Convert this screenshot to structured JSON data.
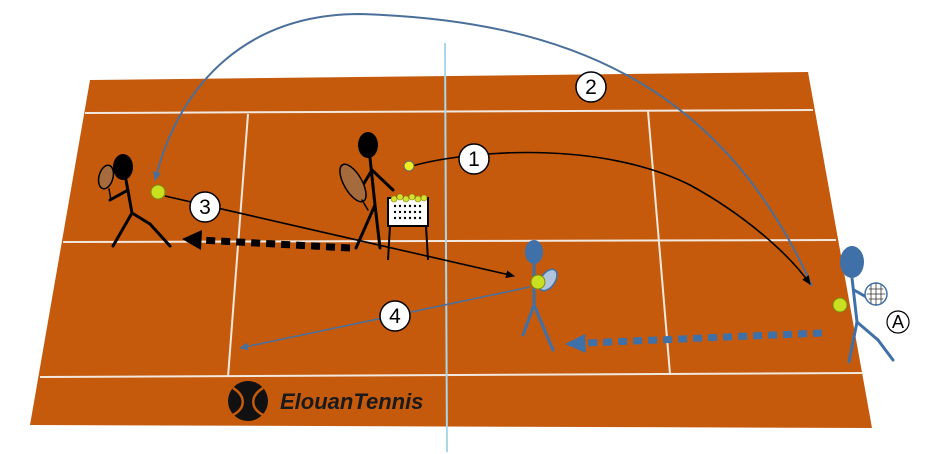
{
  "diagram": {
    "brand": {
      "name": "ElouanTennis",
      "logo_icon": "tennis-ball-logo-icon"
    },
    "step_markers": [
      "1",
      "2",
      "3",
      "4"
    ],
    "player_label": "A",
    "colors": {
      "court_clay": "#c55a0d",
      "court_lines": "#ffffff",
      "net_line": "#a9d6e8",
      "team_black": "#000000",
      "team_blue": "#3f70a8",
      "trajectory_blue": "#4a6f9a",
      "ball": "#c8e020"
    },
    "icons": [
      "tennis-player-icon",
      "tennis-racket-icon",
      "tennis-ball-icon",
      "ball-basket-icon",
      "arrow-icon"
    ]
  }
}
